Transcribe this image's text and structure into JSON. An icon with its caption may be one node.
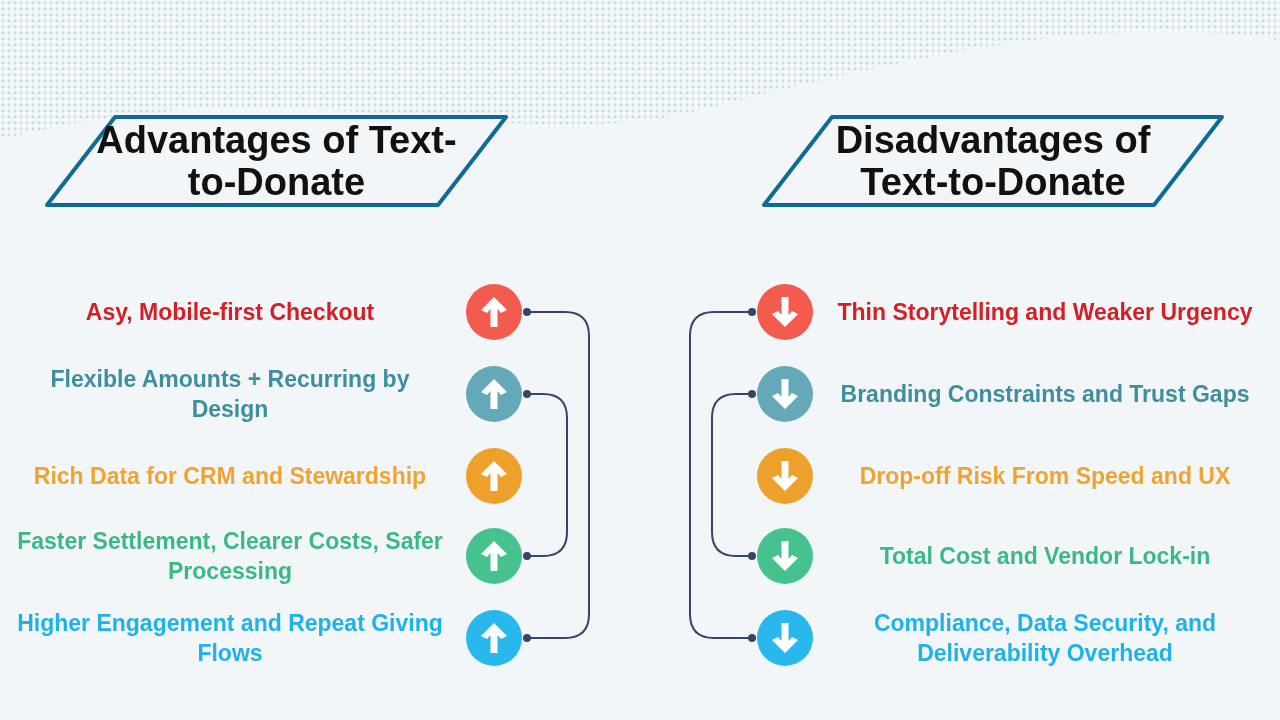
{
  "diagram": {
    "nodes": [
      {
        "text": [
          "Advantages of Text-to-Donate"
        ]
      },
      {
        "text": [
          "Disadvantages of Text-to-Donate"
        ]
      },
      {
        "text": [],
        "shape": "circle",
        "beside": [
          "Asy, Mobile-first Checkout"
        ]
      },
      {
        "text": [],
        "shape": "circle",
        "beside": [
          "Flexible Amounts + Recurring by Design"
        ]
      },
      {
        "text": [],
        "shape": "circle",
        "beside": [
          "Rich Data for CRM and Stewardship"
        ]
      },
      {
        "text": [],
        "shape": "circle",
        "beside": [
          "Faster Settlement, Clearer Costs, Safer Processing"
        ]
      },
      {
        "text": [],
        "shape": "circle",
        "beside": [
          "Higher Engagement and Repeat Giving Flows"
        ]
      },
      {
        "text": [],
        "shape": "circle",
        "beside": [
          "Thin Storytelling and Weaker Urgency"
        ]
      },
      {
        "text": [],
        "shape": "circle",
        "beside": [
          "Branding Constraints and Trust Gaps"
        ]
      },
      {
        "text": [],
        "shape": "circle",
        "beside": [
          "Drop-off Risk From Speed and UX"
        ]
      },
      {
        "text": [],
        "shape": "circle",
        "beside": [
          "Total Cost and Vendor Lock-in"
        ]
      },
      {
        "text": [],
        "shape": "circle",
        "beside": [
          "Compliance, Data Security, and Deliverability Overhead"
        ]
      }
    ],
    "edges": [
      {
        "from": 2,
        "to": 6,
        "arrow": "other"
      },
      {
        "from": 3,
        "to": 5,
        "arrow": "other"
      },
      {
        "from": 7,
        "to": 11,
        "arrow": "other"
      },
      {
        "from": 8,
        "to": 10,
        "arrow": "other"
      }
    ]
  }
}
